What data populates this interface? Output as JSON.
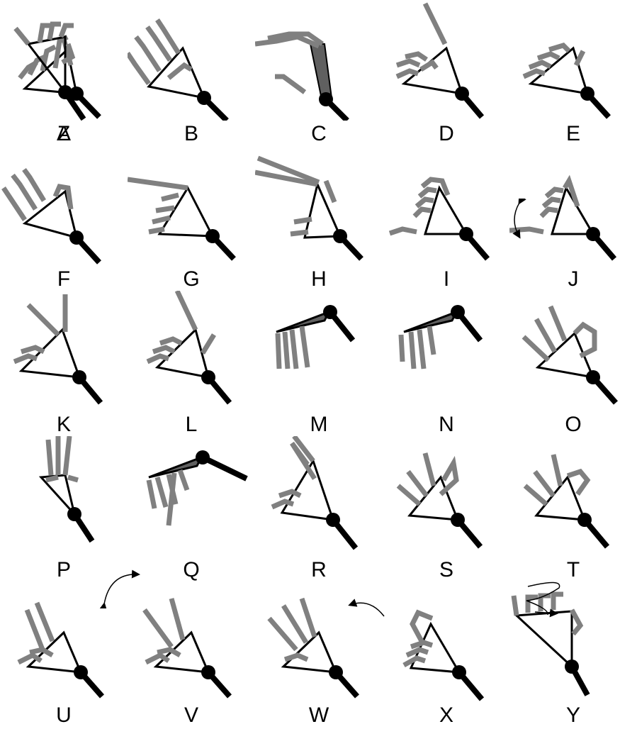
{
  "letters": [
    "A",
    "B",
    "C",
    "D",
    "E",
    "F",
    "G",
    "H",
    "I",
    "J",
    "K",
    "L",
    "M",
    "N",
    "O",
    "P",
    "Q",
    "R",
    "S",
    "T",
    "U",
    "V",
    "W",
    "X",
    "Y",
    "Z"
  ],
  "colors": {
    "finger": "#808080",
    "palm": "#000000",
    "fill": "#606060",
    "background": "#ffffff"
  },
  "motion_arrows": [
    {
      "between": [
        "I",
        "J"
      ],
      "kind": "double-vertical-curve"
    },
    {
      "between": [
        "U",
        "V"
      ],
      "kind": "double-arc"
    },
    {
      "near": "X",
      "kind": "curved-left"
    },
    {
      "between": [
        "Y",
        "Z"
      ],
      "kind": "zigzag"
    }
  ]
}
